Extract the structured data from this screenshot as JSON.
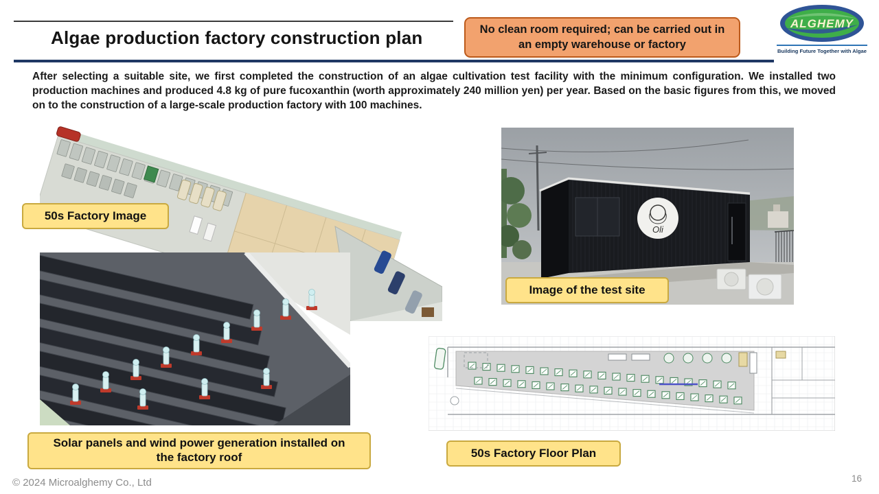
{
  "header": {
    "title": "Algae production factory construction plan",
    "callout": "No clean room required; can be carried out in an empty warehouse or factory"
  },
  "logo": {
    "brand": "ALGHEMY",
    "tagline": "Building Future Together with Algae"
  },
  "body": {
    "text": "After selecting a suitable site, we first completed the construction of an algae cultivation test facility with the minimum configuration. We installed two production machines and produced 4.8 kg of pure fucoxanthin (worth approximately 240 million yen) per year. Based on the basic figures from this, we moved on to the construction of a large-scale production factory with 100 machines."
  },
  "figures": {
    "factory_label": "50s Factory Image",
    "solar_label": "Solar panels and wind power generation installed on the factory roof",
    "test_site_label": "Image of the test site",
    "floor_plan_label": "50s Factory Floor Plan",
    "test_site_sign": "Oli"
  },
  "footer": {
    "copyright": "© 2024 Microalghemy Co., Ltd",
    "page_number": "16"
  },
  "colors": {
    "accent_navy": "#1f3864",
    "callout_bg": "#f2a26e",
    "callout_border": "#bc5a1b",
    "label_bg": "#ffe38a",
    "label_border": "#c9a93f",
    "logo_blue": "#2f5496",
    "logo_green": "#3fae49"
  }
}
